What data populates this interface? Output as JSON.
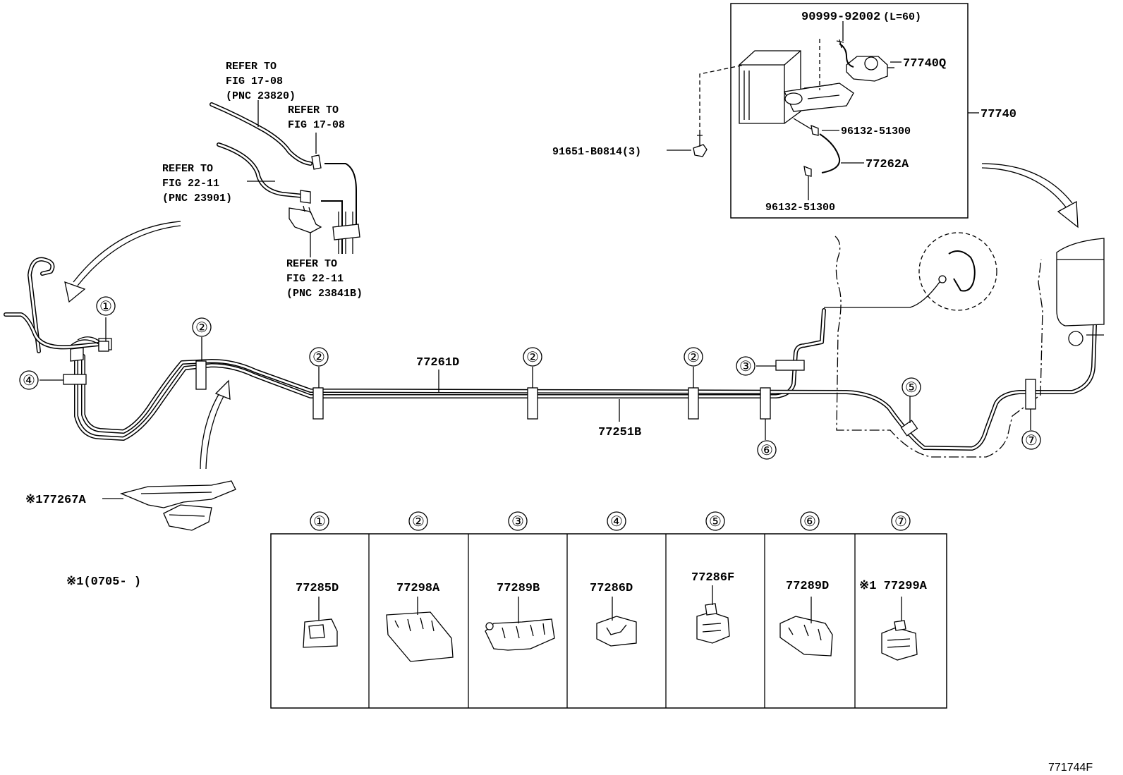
{
  "refs": {
    "fig_17_08_pnc": [
      "REFER TO",
      "FIG 17-08",
      "(PNC 23820)"
    ],
    "fig_17_08": [
      "REFER TO",
      "FIG 17-08"
    ],
    "fig_22_11_pnc23901": [
      "REFER TO",
      "FIG 22-11",
      "(PNC 23901)"
    ],
    "fig_22_11_pnc23841b": [
      "REFER TO",
      "FIG 22-11",
      "(PNC 23841B)"
    ]
  },
  "parts": {
    "p90999": "90999-92002",
    "p90999_len": "(L=60)",
    "p77740q": "77740Q",
    "p77740": "77740",
    "p96132_a": "96132-51300",
    "p77262a": "77262A",
    "p96132_b": "96132-51300",
    "p91651": "91651-B0814(3)",
    "p77261d": "77261D",
    "p77251b": "77251B",
    "p77267a": "※177267A",
    "note_date": "※1(0705-      )"
  },
  "callouts": {
    "c1": "①",
    "c2": "②",
    "c3": "③",
    "c4": "④",
    "c5": "⑤",
    "c6": "⑥",
    "c7": "⑦"
  },
  "table": {
    "headers": [
      "①",
      "②",
      "③",
      "④",
      "⑤",
      "⑥",
      "⑦"
    ],
    "parts": [
      "77285D",
      "77298A",
      "77289B",
      "77286D",
      "77286F",
      "77289D",
      "※1 77299A"
    ]
  },
  "figure_code": "771744F"
}
